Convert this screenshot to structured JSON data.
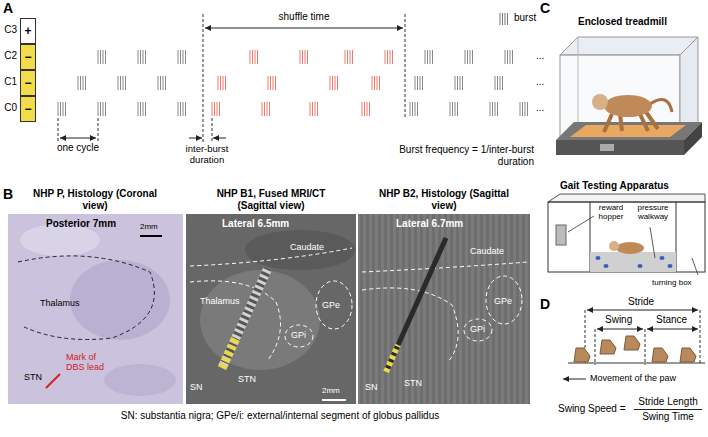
{
  "diagram": {
    "nodes": [
      {
        "text": [
          "C3",
          "+"
        ]
      },
      {
        "text": [
          "C2",
          "−"
        ]
      },
      {
        "text": [
          "C1",
          "−"
        ]
      },
      {
        "text": [
          "C0",
          "−"
        ]
      }
    ],
    "labels": [
      "A",
      "shuffle time",
      "one cycle",
      "inter-burst duration",
      "Burst frequency = 1/inter-burst duration",
      "...",
      "...",
      "...",
      "B",
      "NHP P, Histology (Coronal view)",
      "NHP B1, Fused MRI/CT (Sagittal view)",
      "NHP B2, Histology (Sagittal view)",
      "Posterior 7mm",
      "2mm",
      "Thalamus",
      "Mark of DBS lead",
      "STN",
      "Lateral 6.5mm",
      "Caudate",
      "Thalamus",
      "GPe",
      "GPi",
      "SN",
      "STN",
      "2mm",
      "Lateral 6.7mm",
      "Caudate",
      "GPe",
      "GPi",
      "SN",
      "STN",
      "SN: substantia nigra; GPe/i: external/internal segment of globus pallidus",
      "C",
      "Enclosed treadmill",
      "Gait Testing Apparatus",
      "reward hopper",
      "pressure walkway",
      "turning box",
      "D",
      "Stride",
      "Swing",
      "Stance",
      "Movement of the paw",
      "Swing Speed =",
      "Stride Length",
      "Swing Time"
    ],
    "legend": [
      {
        "text": "burst"
      }
    ]
  }
}
